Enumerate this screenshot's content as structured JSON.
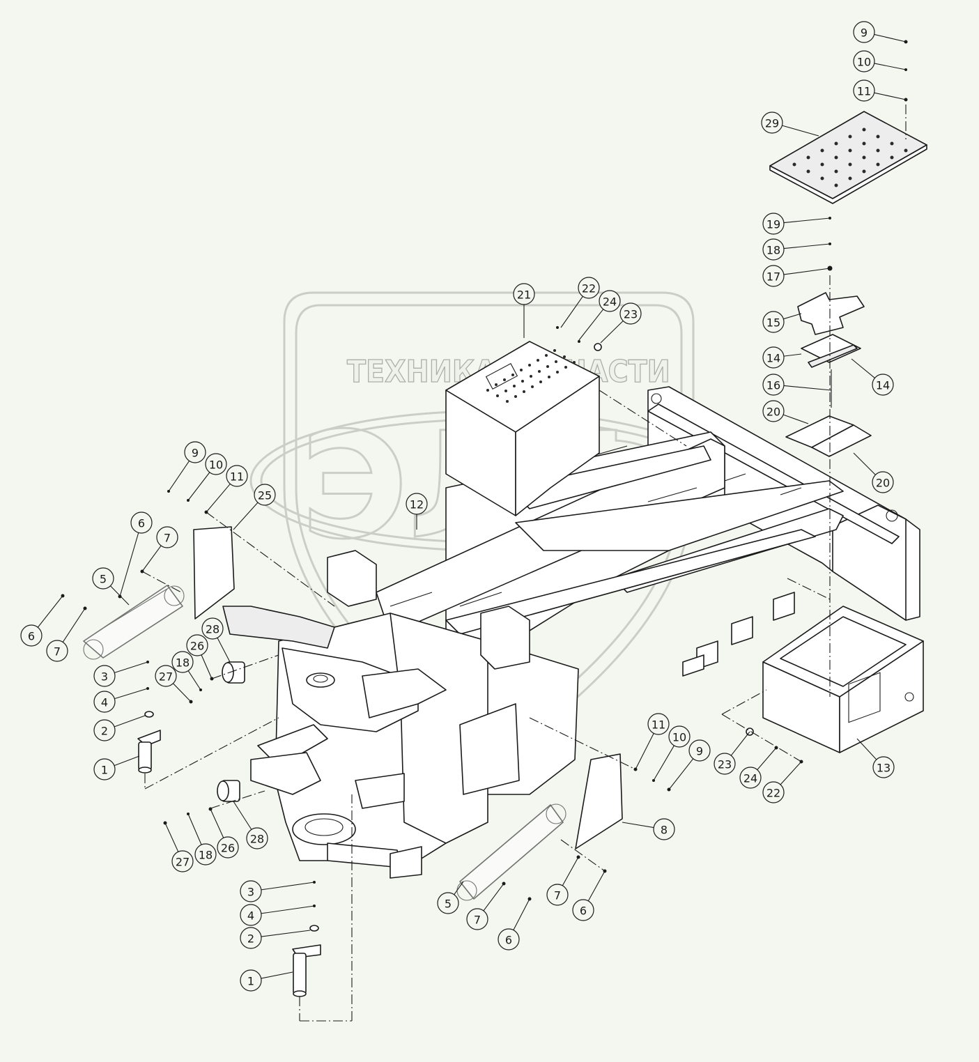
{
  "watermark": {
    "text_left": "ТЕХНИКА",
    "text_right": "ЗАПЧАСТИ",
    "logo_letters": "ЭЛФ"
  },
  "callouts": [
    {
      "label": "9"
    },
    {
      "label": "10"
    },
    {
      "label": "11"
    },
    {
      "label": "29"
    },
    {
      "label": "19"
    },
    {
      "label": "18"
    },
    {
      "label": "17"
    },
    {
      "label": "15"
    },
    {
      "label": "14"
    },
    {
      "label": "14"
    },
    {
      "label": "16"
    },
    {
      "label": "20"
    },
    {
      "label": "20"
    },
    {
      "label": "21"
    },
    {
      "label": "22"
    },
    {
      "label": "24"
    },
    {
      "label": "23"
    },
    {
      "label": "12"
    },
    {
      "label": "9"
    },
    {
      "label": "10"
    },
    {
      "label": "11"
    },
    {
      "label": "25"
    },
    {
      "label": "6"
    },
    {
      "label": "7"
    },
    {
      "label": "5"
    },
    {
      "label": "6"
    },
    {
      "label": "7"
    },
    {
      "label": "28"
    },
    {
      "label": "26"
    },
    {
      "label": "18"
    },
    {
      "label": "27"
    },
    {
      "label": "3"
    },
    {
      "label": "4"
    },
    {
      "label": "2"
    },
    {
      "label": "1"
    },
    {
      "label": "28"
    },
    {
      "label": "27"
    },
    {
      "label": "18"
    },
    {
      "label": "26"
    },
    {
      "label": "3"
    },
    {
      "label": "4"
    },
    {
      "label": "2"
    },
    {
      "label": "1"
    },
    {
      "label": "5"
    },
    {
      "label": "7"
    },
    {
      "label": "6"
    },
    {
      "label": "7"
    },
    {
      "label": "6"
    },
    {
      "label": "8"
    },
    {
      "label": "11"
    },
    {
      "label": "10"
    },
    {
      "label": "9"
    },
    {
      "label": "23"
    },
    {
      "label": "24"
    },
    {
      "label": "22"
    },
    {
      "label": "13"
    }
  ]
}
